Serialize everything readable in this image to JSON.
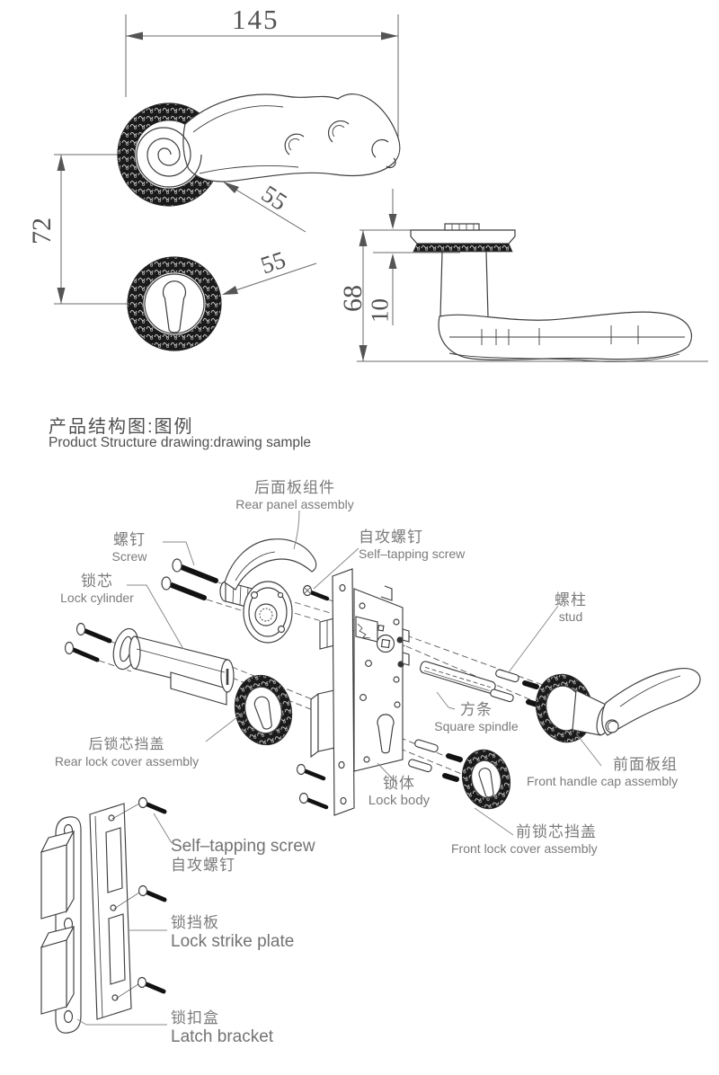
{
  "title": {
    "zh": "产品结构图:图例",
    "en": "Product Structure drawing:drawing sample"
  },
  "dimensions": {
    "overall_length": "145",
    "centers_distance": "72",
    "rose_diameter": "55",
    "escutcheon_diameter": "55",
    "total_height": "68",
    "rose_thickness": "10"
  },
  "labels": {
    "rear_panel": {
      "zh": "后面板组件",
      "en": "Rear panel assembly"
    },
    "screw": {
      "zh": "螺钉",
      "en": "Screw"
    },
    "self_tapping_screw_top": {
      "zh": "自攻螺钉",
      "en": "Self–tapping screw"
    },
    "lock_cylinder": {
      "zh": "锁芯",
      "en": "Lock cylinder"
    },
    "rear_lock_cover": {
      "zh": "后锁芯挡盖",
      "en": "Rear lock cover assembly"
    },
    "stud": {
      "zh": "螺柱",
      "en": "stud"
    },
    "square_spindle": {
      "zh": "方条",
      "en": "Square spindle"
    },
    "lock_body": {
      "zh": "锁体",
      "en": "Lock body"
    },
    "front_handle_cap": {
      "zh": "前面板组",
      "en": "Front handle cap assembly"
    },
    "front_lock_cover": {
      "zh": "前锁芯挡盖",
      "en": "Front lock cover assembly"
    },
    "self_tapping_screw_bottom": {
      "en": "Self–tapping screw",
      "zh": "自攻螺钉"
    },
    "lock_strike_plate": {
      "zh": "锁挡板",
      "en": "Lock strike plate"
    },
    "latch_bracket": {
      "zh": "锁扣盒",
      "en": "Latch bracket"
    }
  }
}
